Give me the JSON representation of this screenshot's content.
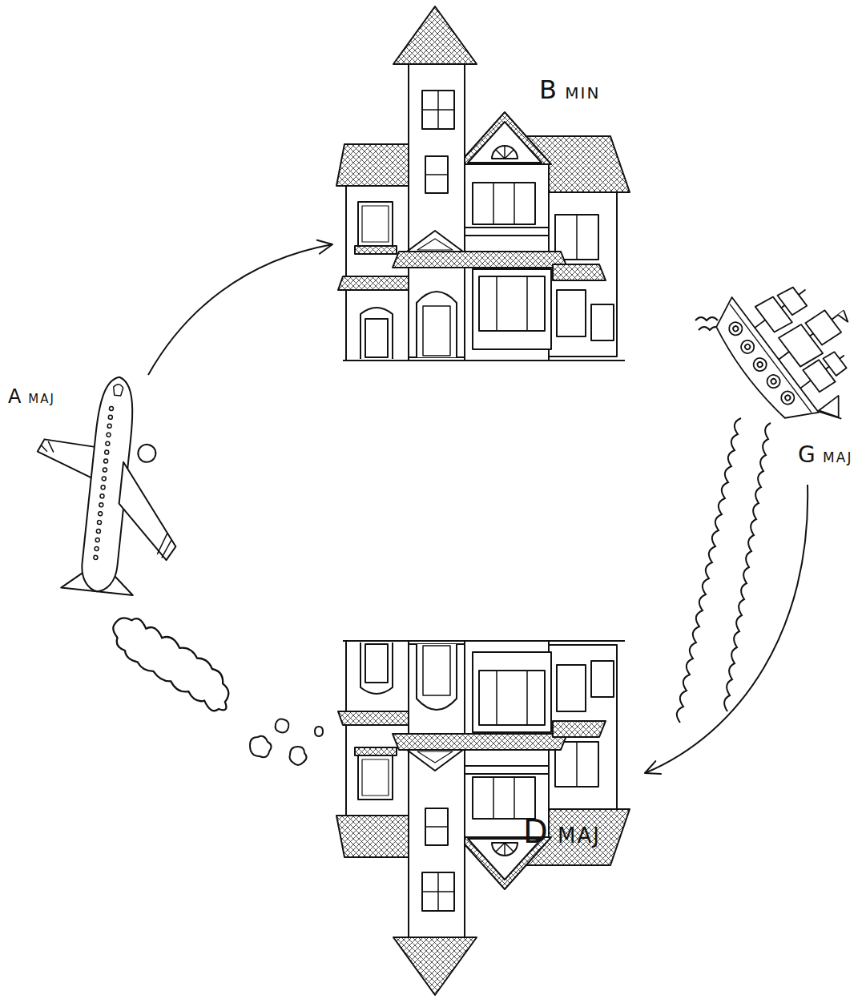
{
  "diagram": {
    "nodes": [
      {
        "text": [
          "B MIN"
        ]
      },
      {
        "text": [
          "A MAJ"
        ]
      },
      {
        "text": [
          "G MAJ"
        ]
      },
      {
        "text": [
          "D MAJ"
        ]
      }
    ],
    "edges": [
      {
        "from": 1,
        "to": 0,
        "arrow": "to"
      },
      {
        "from": 2,
        "to": 3,
        "arrow": "to"
      }
    ]
  }
}
